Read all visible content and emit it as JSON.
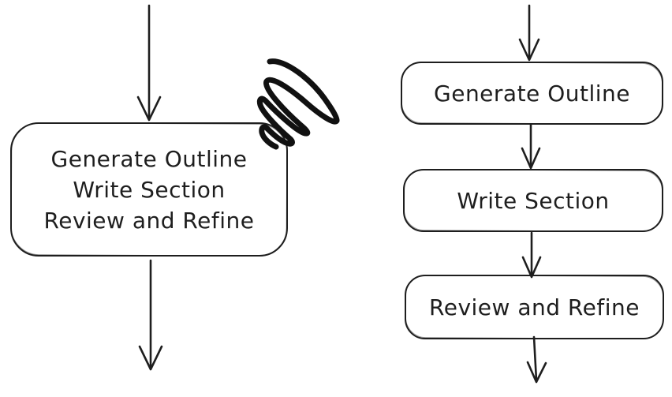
{
  "palette": {
    "background": "#ffffff",
    "ink": "#1e1e1e"
  },
  "left_flow": {
    "description": "single combined step box, scratched out",
    "box_lines": [
      "Generate Outline",
      "Write Section",
      "Review and Refine"
    ],
    "annotation_icon": "scratch-out-scribble"
  },
  "right_flow": {
    "description": "three sequential step boxes",
    "boxes": [
      "Generate Outline",
      "Write Section",
      "Review and Refine"
    ]
  }
}
